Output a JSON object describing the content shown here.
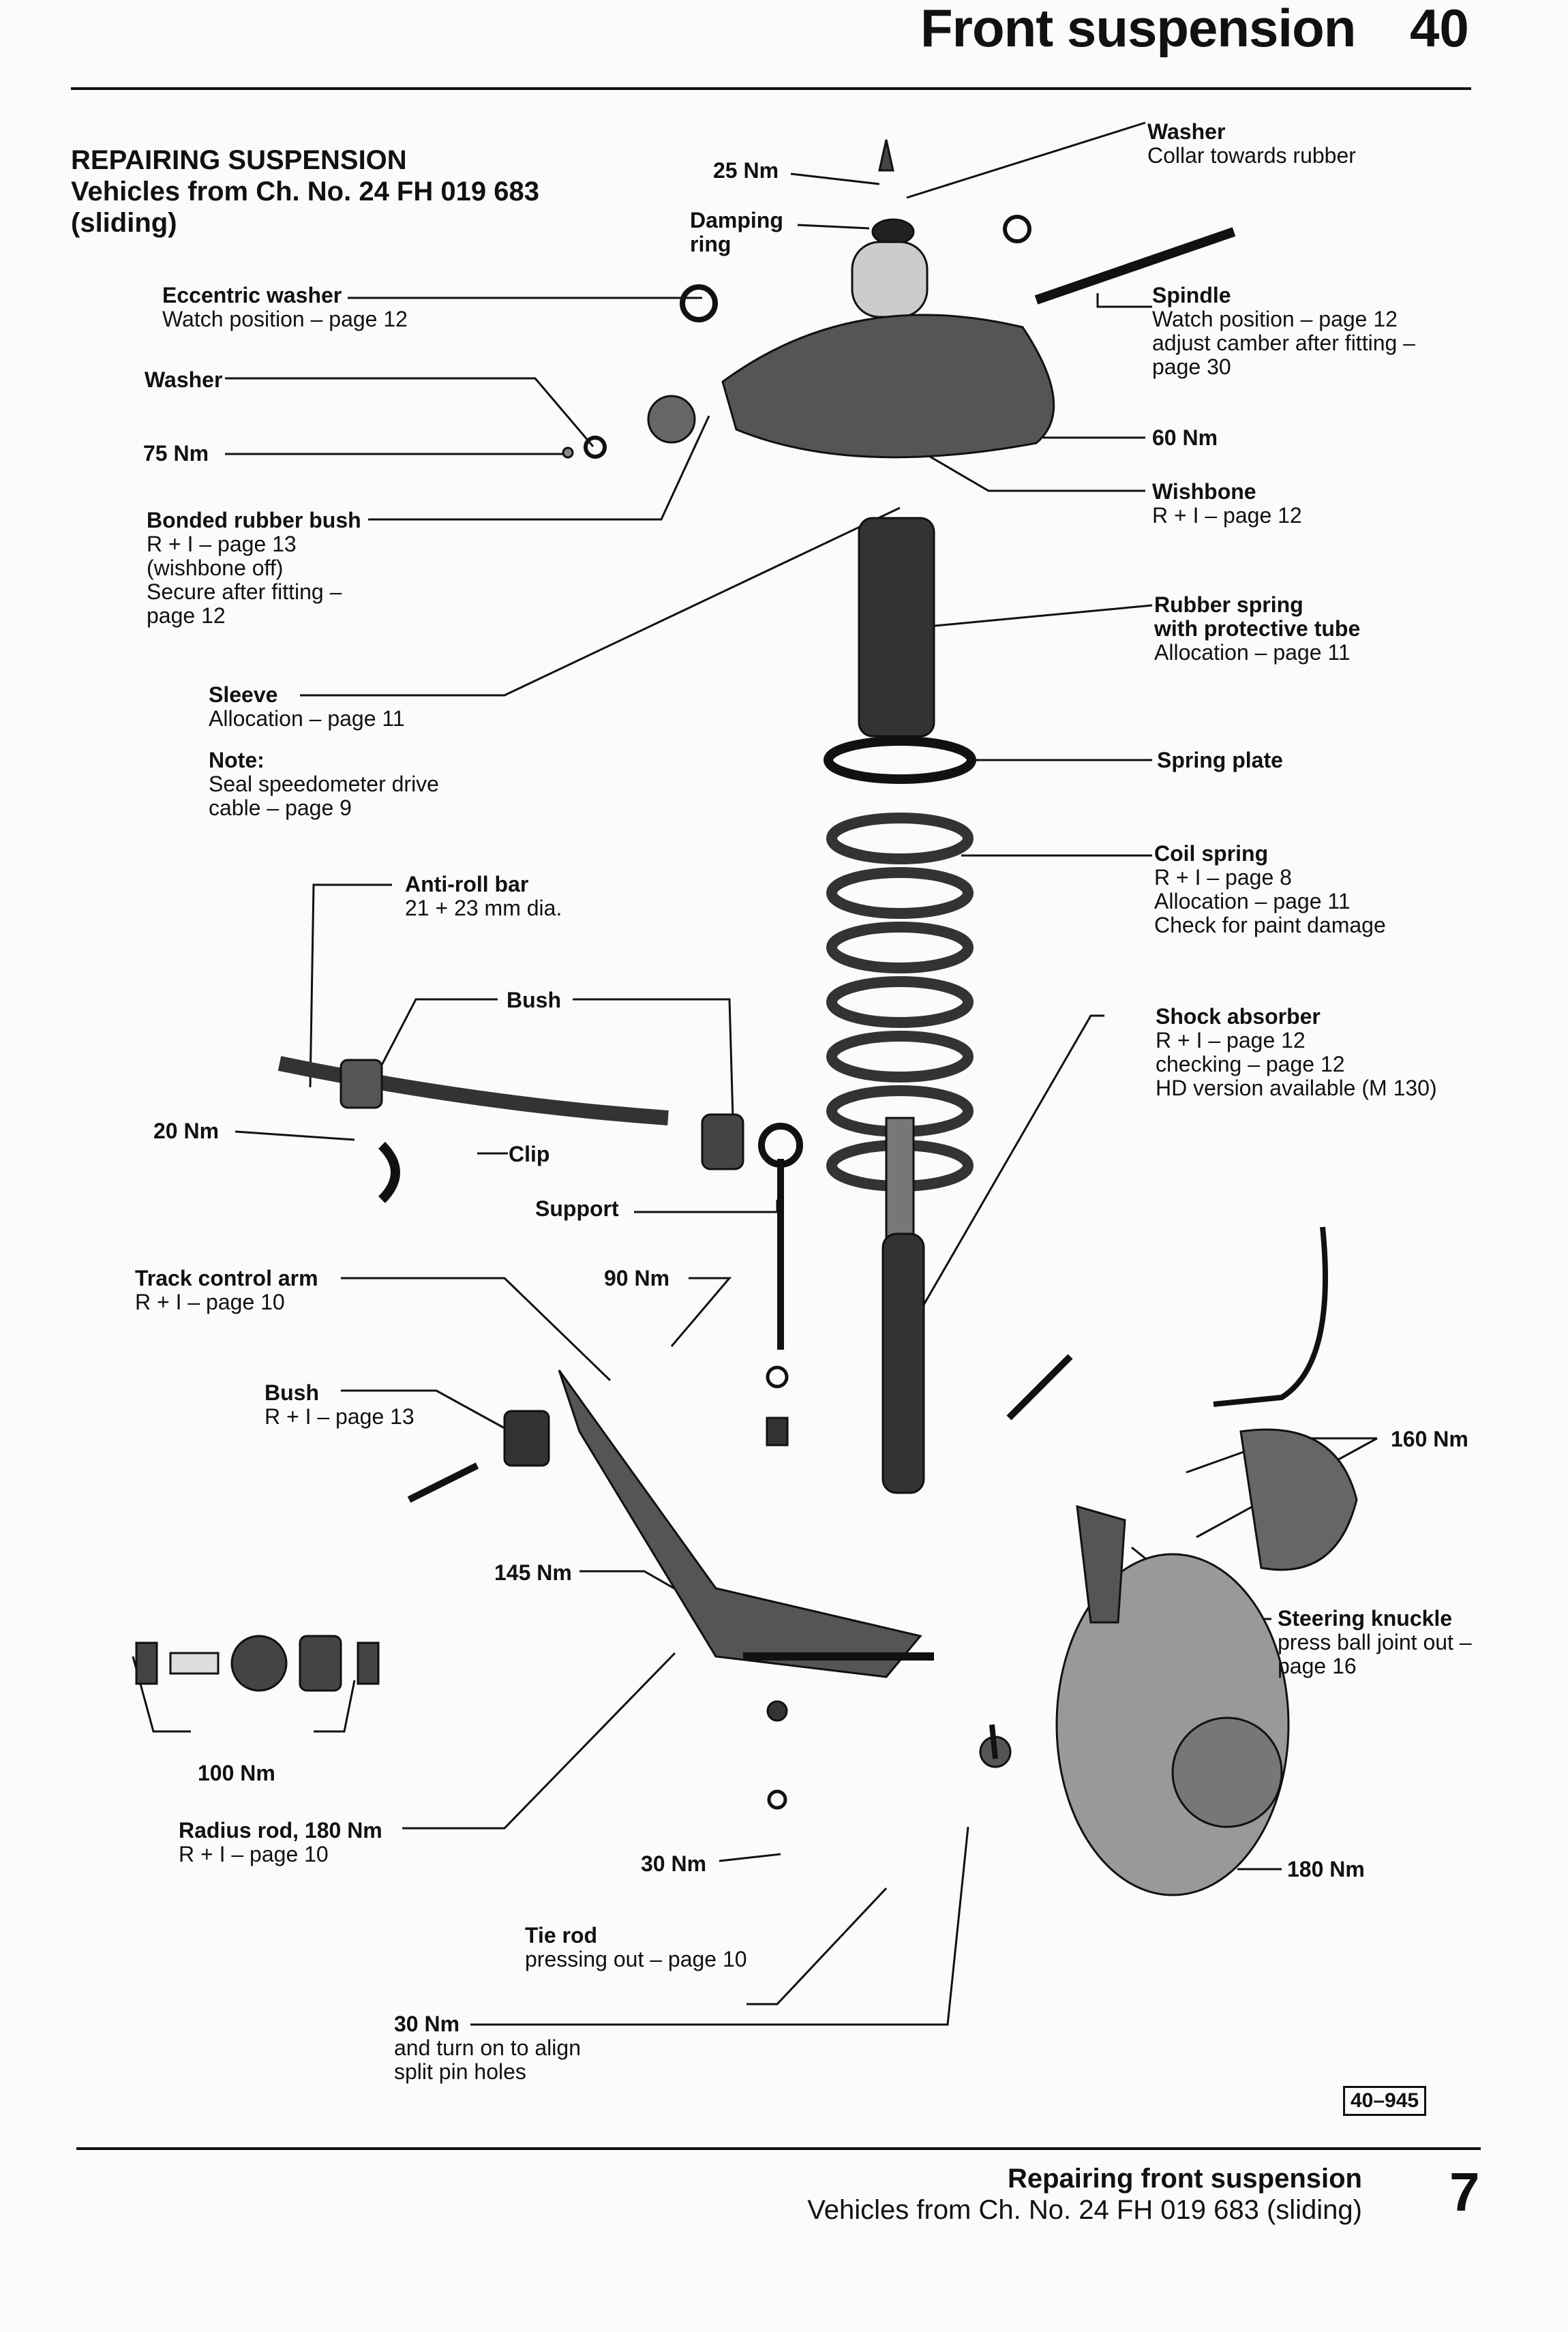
{
  "header": {
    "title": "Front suspension",
    "group_number": "40"
  },
  "section": {
    "title": "REPAIRING SUSPENSION",
    "subtitle_line1": "Vehicles from Ch. No. 24 FH 019 683",
    "subtitle_line2": "(sliding)"
  },
  "labels": {
    "eccentric_washer": {
      "name": "Eccentric washer",
      "note": "Watch position – page 12"
    },
    "washer_left": {
      "name": "Washer"
    },
    "nm75": {
      "name": "75 Nm"
    },
    "bonded_bush": {
      "name": "Bonded rubber bush",
      "l1": "R + I – page 13",
      "l2": "(wishbone off)",
      "l3": "Secure after fitting –",
      "l4": "page 12"
    },
    "sleeve": {
      "name": "Sleeve",
      "note": "Allocation – page 11"
    },
    "note": {
      "name": "Note:",
      "l1": "Seal speedometer drive",
      "l2": "cable – page 9"
    },
    "antiroll": {
      "name": "Anti-roll bar",
      "note": "21 + 23 mm dia."
    },
    "bush_top": {
      "name": "Bush"
    },
    "nm20": {
      "name": "20 Nm"
    },
    "clip": {
      "name": "Clip"
    },
    "support": {
      "name": "Support"
    },
    "track_arm": {
      "name": "Track control arm",
      "note": "R + I – page 10"
    },
    "nm90": {
      "name": "90 Nm"
    },
    "bush_lower": {
      "name": "Bush",
      "note": "R + I – page 13"
    },
    "nm145": {
      "name": "145 Nm"
    },
    "nm100": {
      "name": "100 Nm"
    },
    "radius_rod": {
      "name": "Radius rod, 180 Nm",
      "note": "R + I – page 10"
    },
    "nm30a": {
      "name": "30 Nm"
    },
    "tie_rod": {
      "name": "Tie rod",
      "note": "pressing out – page 10"
    },
    "nm30b": {
      "name": "30 Nm",
      "l1": "and turn on to align",
      "l2": "split pin holes"
    },
    "nm25": {
      "name": "25 Nm"
    },
    "damping": {
      "l1": "Damping",
      "l2": "ring"
    },
    "washer_right": {
      "name": "Washer",
      "note": "Collar towards rubber"
    },
    "spindle": {
      "name": "Spindle",
      "l1": "Watch position – page 12",
      "l2": "adjust camber after fitting –",
      "l3": "page 30"
    },
    "nm60": {
      "name": "60 Nm"
    },
    "wishbone": {
      "name": "Wishbone",
      "note": "R + I – page 12"
    },
    "rubber_spring": {
      "l1": "Rubber spring",
      "l2": "with protective tube",
      "note": "Allocation – page 11"
    },
    "spring_plate": {
      "name": "Spring plate"
    },
    "coil_spring": {
      "name": "Coil spring",
      "l1": "R + I – page 8",
      "l2": "Allocation – page 11",
      "l3": "Check for paint damage"
    },
    "shock": {
      "name": "Shock absorber",
      "l1": "R + I – page 12",
      "l2": "checking – page 12",
      "l3": "HD version available (M 130)"
    },
    "nm160": {
      "name": "160 Nm"
    },
    "knuckle": {
      "name": "Steering knuckle",
      "l1": "press ball joint out –",
      "l2": "page 16"
    },
    "nm180": {
      "name": "180 Nm"
    }
  },
  "figure_ref": "40–945",
  "footer": {
    "title": "Repairing front suspension",
    "subtitle": "Vehicles from Ch. No. 24 FH 019 683 (sliding)",
    "page": "7"
  }
}
